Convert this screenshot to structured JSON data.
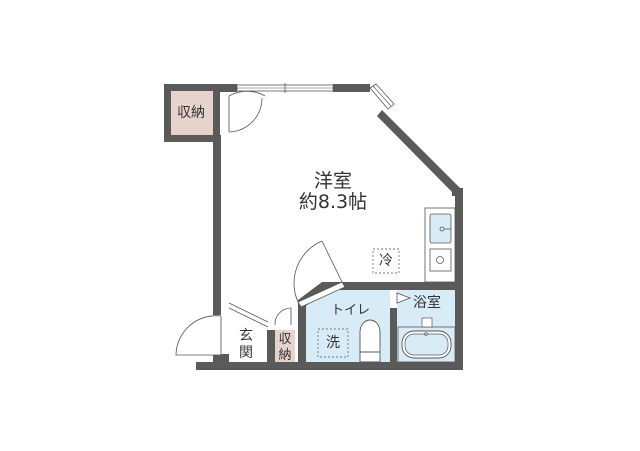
{
  "floor_plan": {
    "rooms": {
      "western_room": {
        "name": "洋室",
        "area": "約8.3帖"
      },
      "storage_top": {
        "name": "収納"
      },
      "entrance": {
        "name": "玄関",
        "char1": "玄",
        "char2": "関"
      },
      "storage_small": {
        "name": "収納",
        "char1": "収",
        "char2": "納"
      },
      "toilet": {
        "name": "トイレ"
      },
      "bathroom": {
        "name": "浴室"
      }
    },
    "fixtures": {
      "refrigerator_space": "冷",
      "washer_space": "洗"
    },
    "colors": {
      "wall": "#5a5a5a",
      "storage_fill": "#e6d3cc",
      "wet_area_fill": "#d8ecf7",
      "text": "#333333"
    }
  }
}
